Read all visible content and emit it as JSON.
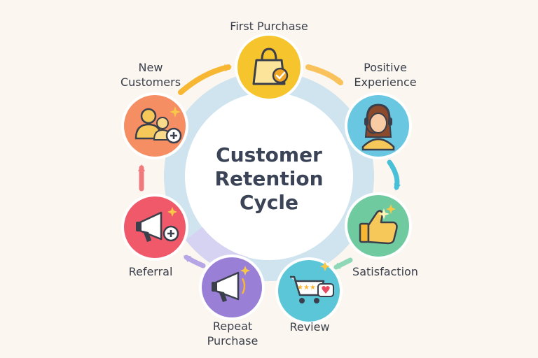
{
  "center_title": {
    "line1": "Customer",
    "line2": "Retention",
    "line3": "Cycle"
  },
  "stages": [
    {
      "id": "first-purchase",
      "label_line1": "First Purchase",
      "label_line2": "",
      "color": "#F6C42C",
      "icon": "shopping-bag-icon"
    },
    {
      "id": "positive-experience",
      "label_line1": "Positive",
      "label_line2": "Experience",
      "color": "#69C7E2",
      "icon": "support-agent-icon"
    },
    {
      "id": "satisfaction",
      "label_line1": "Satisfaction",
      "label_line2": "",
      "color": "#6FCB9F",
      "icon": "thumbs-up-icon"
    },
    {
      "id": "review",
      "label_line1": "Review",
      "label_line2": "",
      "color": "#5BC6D8",
      "icon": "cart-review-icon"
    },
    {
      "id": "repeat-purchase",
      "label_line1": "Repeat",
      "label_line2": "Purchase",
      "color": "#9A7FD6",
      "icon": "megaphone-icon"
    },
    {
      "id": "referral",
      "label_line1": "Referral",
      "label_line2": "",
      "color": "#F0596A",
      "icon": "megaphone-plus-icon"
    },
    {
      "id": "new-customers",
      "label_line1": "New",
      "label_line2": "Customers",
      "color": "#F58E63",
      "icon": "user-add-icon"
    }
  ],
  "ring_color": "#CFE4EF",
  "arrow_colors": {
    "new-to-first": "#F7B733",
    "first-to-positive": "#F9C25A",
    "positive-to-satisfaction": "#48C0D8",
    "satisfaction-to-review": "#8FD8B7",
    "repeat-to-referral": "#B7A6E6",
    "referral-to-new": "#F07A7E"
  }
}
